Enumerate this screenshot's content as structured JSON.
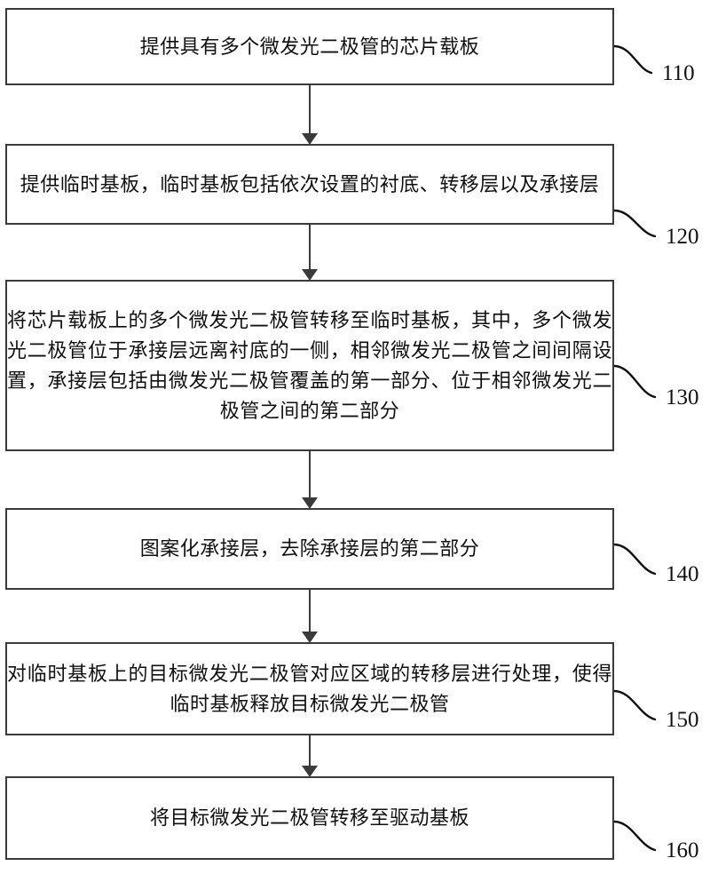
{
  "diagram": {
    "type": "flowchart",
    "orientation": "vertical",
    "title": "",
    "stroke_color": "#3a3a3a",
    "text_color": "#101010",
    "background_color": "#ffffff",
    "steps": [
      {
        "ref": "110",
        "text": "提供具有多个微发光二极管的芯片载板",
        "lines": [
          "提供具有多个微发光二极管的芯片载板"
        ]
      },
      {
        "ref": "120",
        "text": "提供临时基板，临时基板包括依次设置的衬底、转移层以及承接层",
        "lines": [
          "提供临时基板，临时基板包括依次设置的衬底、转",
          "移层以及承接层"
        ]
      },
      {
        "ref": "130",
        "text": "将芯片载板上的多个微发光二极管转移至临时基板，其中，多个微发光二极管位于承接层远离衬底的一侧，相邻微发光二极管之间间隔设置，承接层包括由微发光二极管覆盖的第一部分、位于相邻微发光二极管之间的第二部分",
        "lines": [
          "将芯片载板上的多个微发光二极管转移至临时基板",
          "，其中，多个微发光二极管位于承接层远离衬底的",
          "一侧，相邻微发光二极管之间间隔设置，承接层包",
          "括由微发光二极管覆盖的第一部分、位于相邻微发",
          "光二极管之间的第二部分"
        ]
      },
      {
        "ref": "140",
        "text": "图案化承接层，去除承接层的第二部分",
        "lines": [
          "图案化承接层，去除承接层的第二部分"
        ]
      },
      {
        "ref": "150",
        "text": "对临时基板上的目标微发光二极管对应区域的转移层进行处理，使得临时基板释放目标微发光二极管",
        "lines": [
          "对临时基板上的目标微发光二极管对应区域的转移",
          "层进行处理，使得临时基板释放目标微发光二极管"
        ]
      },
      {
        "ref": "160",
        "text": "将目标微发光二极管转移至驱动基板",
        "lines": [
          "将目标微发光二极管转移至驱动基板"
        ]
      }
    ],
    "connector_count": 5
  }
}
